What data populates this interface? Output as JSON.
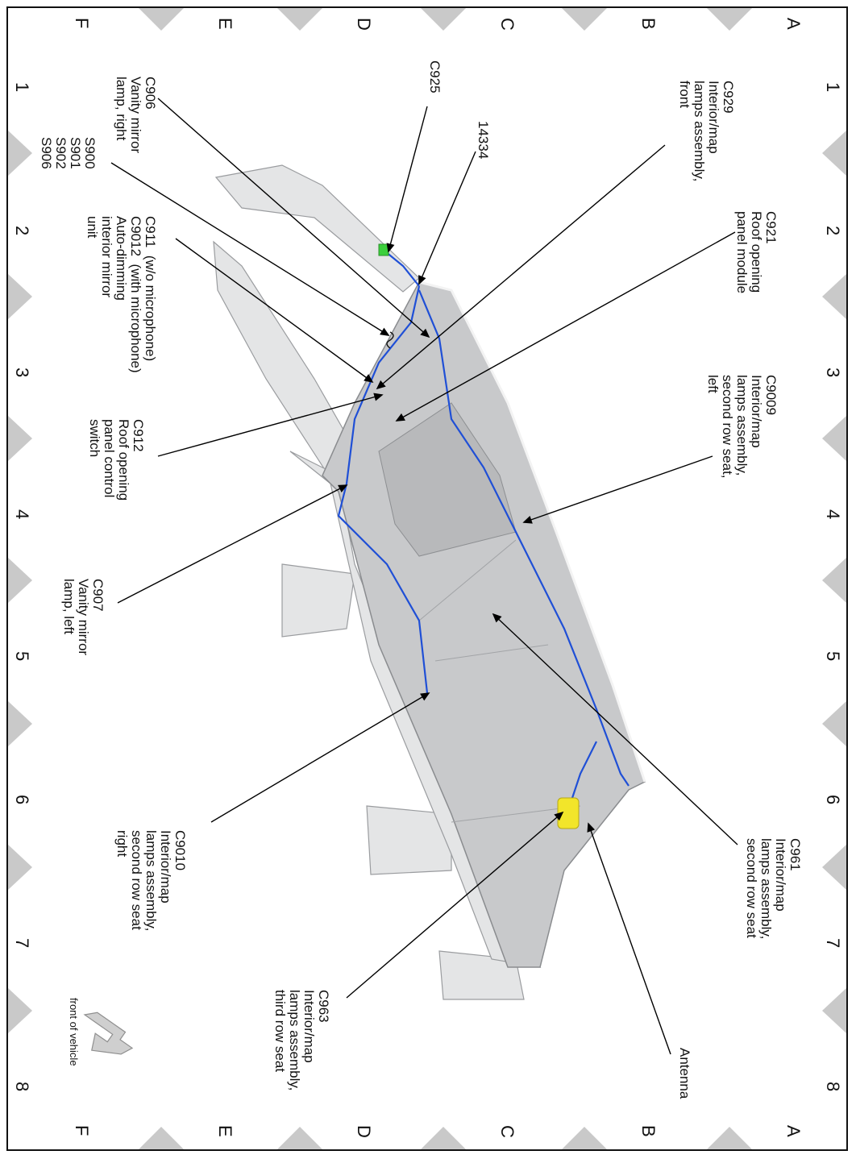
{
  "grid": {
    "rows": [
      "A",
      "B",
      "C",
      "D",
      "E",
      "F"
    ],
    "columns": [
      "1",
      "2",
      "3",
      "4",
      "5",
      "6",
      "7",
      "8"
    ]
  },
  "callouts": [
    {
      "id": "c929",
      "code": "C929",
      "lines": [
        "Interior/map",
        "lamps assembly,",
        "front"
      ]
    },
    {
      "id": "c921",
      "code": "C921",
      "lines": [
        "Roof opening",
        "panel module"
      ]
    },
    {
      "id": "c9009",
      "code": "C9009",
      "lines": [
        "Interior/map",
        "lamps assembly,",
        "second row seat,",
        "left"
      ]
    },
    {
      "id": "c961",
      "code": "C961",
      "lines": [
        "Interior/map",
        "lamps assembly,",
        "second row seat"
      ]
    },
    {
      "id": "antenna",
      "code": "",
      "lines": [
        "Antenna"
      ]
    },
    {
      "id": "c925",
      "code": "C925",
      "lines": []
    },
    {
      "id": "h14334",
      "code": "14334",
      "lines": []
    },
    {
      "id": "c906",
      "code": "C906",
      "lines": [
        "Vanity mirror",
        "lamp, right"
      ]
    },
    {
      "id": "s900",
      "code": "",
      "lines": [
        "S900",
        "S901",
        "S902",
        "S906"
      ]
    },
    {
      "id": "c911",
      "code": "",
      "lines": [
        "C911  (w/o microphone)",
        "C9012  (with microphone)",
        "Auto-dimming",
        "interior mirror",
        "unit"
      ]
    },
    {
      "id": "c912",
      "code": "C912",
      "lines": [
        "Roof opening",
        "panel control",
        "switch"
      ]
    },
    {
      "id": "c907",
      "code": "C907",
      "lines": [
        "Vanity mirror",
        "lamp, left"
      ]
    },
    {
      "id": "c9010",
      "code": "C9010",
      "lines": [
        "Interior/map",
        "lamps assembly,",
        "second row seat",
        "right"
      ]
    },
    {
      "id": "c963",
      "code": "C963",
      "lines": [
        "Interior/map",
        "lamps assembly,",
        "third row seat"
      ]
    }
  ],
  "orientation": {
    "label": "front of vehicle"
  },
  "colors": {
    "harness": "#1f4fd6",
    "roof_fill": "#c8c9cb",
    "roof_edge": "#8a8c8f",
    "connector_green": "#3ccf3c",
    "connector_yellow": "#f2e52a",
    "marker": "#c9c9c9",
    "leader": "#000000"
  }
}
